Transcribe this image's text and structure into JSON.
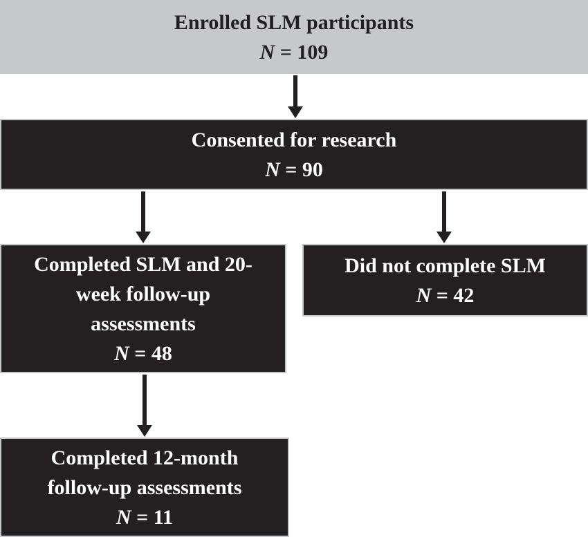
{
  "colors": {
    "background": "#ffffff",
    "box_gray_fill": "#c7c8ca",
    "box_dark_fill": "#241f20",
    "box_dark_border": "#c6c7c9",
    "text_dark": "#231f20",
    "text_light": "#ffffff",
    "arrow": "#231f20"
  },
  "flowchart": {
    "nodes": [
      {
        "label_lines": [
          "Enrolled SLM participants"
        ],
        "n_var": "N",
        "n_rest": " = 109"
      },
      {
        "label_lines": [
          "Consented for research"
        ],
        "n_var": "N",
        "n_rest": " = 90"
      },
      {
        "label_lines": [
          "Completed SLM and 20-",
          "week follow-up",
          "assessments"
        ],
        "n_var": "N",
        "n_rest": " = 48"
      },
      {
        "label_lines": [
          "Did not complete SLM"
        ],
        "n_var": "N",
        "n_rest": " = 42"
      },
      {
        "label_lines": [
          "Completed 12-month",
          "follow-up assessments"
        ],
        "n_var": "N",
        "n_rest": " = 11"
      }
    ]
  }
}
